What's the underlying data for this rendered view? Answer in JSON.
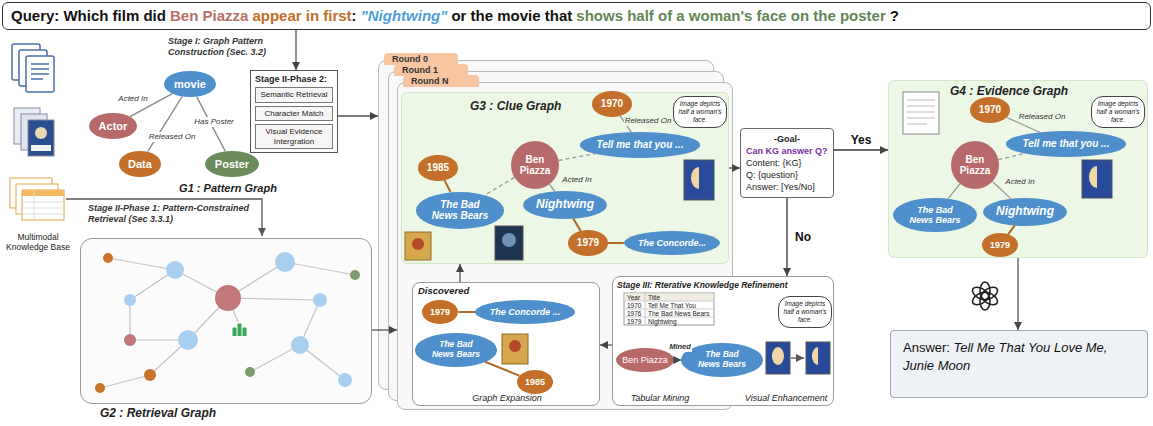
{
  "diagram": {
    "nodes": [
      {
        "text": [
          "Query:",
          "Which film did",
          "Ben Piazza",
          "appear in first",
          ":",
          "\"Nightwing\"",
          "or the movie that",
          "shows half of a woman's face on the poster",
          "?"
        ]
      },
      {
        "text": [
          "movie"
        ]
      },
      {
        "text": [
          "Actor"
        ]
      },
      {
        "text": [
          "Data"
        ]
      },
      {
        "text": [
          "Poster"
        ]
      },
      {
        "text": [
          "Stage II-Phase 2:"
        ]
      },
      {
        "text": [
          "Semantic Retrieval"
        ],
        "in": 5
      },
      {
        "text": [
          "Character Match"
        ],
        "in": 5
      },
      {
        "text": [
          "Visual Evidence Intergration"
        ],
        "in": 5
      },
      {
        "text": [
          "G2 : Retrieval Graph"
        ]
      },
      {
        "text": [
          "Round 0"
        ]
      },
      {
        "text": [
          "Round 1"
        ]
      },
      {
        "text": [
          "Round N"
        ]
      },
      {
        "text": [
          "G3 : Clue Graph"
        ],
        "in": 12
      },
      {
        "text": [
          "1970"
        ],
        "in": 13
      },
      {
        "text": [
          "Tell me that you ..."
        ],
        "in": 13
      },
      {
        "text": [
          "Image depicts half a woman's face."
        ],
        "in": 13
      },
      {
        "text": [
          "Ben Piazza"
        ],
        "in": 13
      },
      {
        "text": [
          "1985"
        ],
        "in": 13
      },
      {
        "text": [
          "The Bad News Bears"
        ],
        "in": 13
      },
      {
        "text": [
          "Nightwing"
        ],
        "in": 13
      },
      {
        "text": [
          "1979"
        ],
        "in": 13
      },
      {
        "text": [
          "The Concorde..."
        ],
        "in": 13
      },
      {
        "text": [
          "-Goal-",
          "Can KG answer Q?",
          "Content: {KG}",
          "Q: {question}",
          "Answer: [Yes/No]"
        ]
      },
      {
        "text": [
          "Discovered",
          "Graph Expansion"
        ],
        "in": 12
      },
      {
        "text": [
          "1979"
        ],
        "in": 24
      },
      {
        "text": [
          "The Concorde ..."
        ],
        "in": 24
      },
      {
        "text": [
          "The Bad News Bears"
        ],
        "in": 24
      },
      {
        "text": [
          "1985"
        ],
        "in": 24
      },
      {
        "text": [
          "Stage III: Rterative Knowledge Refinement",
          "Tabular Mining",
          "Visual Enhancement"
        ]
      },
      {
        "text": [
          "Ben Piazza"
        ],
        "in": 29
      },
      {
        "text": [
          "The Bad News Bears"
        ],
        "in": 29
      },
      {
        "text": [
          "Image depicts half a woman's face."
        ],
        "in": 29
      },
      {
        "text": [
          "G4 : Evidence Graph"
        ]
      },
      {
        "text": [
          "1970"
        ],
        "in": 33
      },
      {
        "text": [
          "Tell me that you ..."
        ],
        "in": 33
      },
      {
        "text": [
          "Image depicts half a woman's face."
        ],
        "in": 33
      },
      {
        "text": [
          "Ben Piazza"
        ],
        "in": 33
      },
      {
        "text": [
          "Nightwing"
        ],
        "in": 33
      },
      {
        "text": [
          "The Bad News Bears"
        ],
        "in": 33
      },
      {
        "text": [
          "1979"
        ],
        "in": 33
      },
      {
        "text": [
          "Answer:",
          "Tell Me That You Love Me, Junie Moon"
        ]
      }
    ],
    "edges": [
      {
        "from": 1,
        "to": 2,
        "label": "Acted In",
        "arrow": "none"
      },
      {
        "from": 1,
        "to": 3,
        "label": "Released On",
        "arrow": "none"
      },
      {
        "from": 1,
        "to": 4,
        "label": "Has Poster",
        "arrow": "none"
      },
      {
        "from": 0,
        "to": 5,
        "arrow": "to"
      },
      {
        "from": 5,
        "to": 10,
        "arrow": "to"
      },
      {
        "from": 9,
        "to": 12,
        "arrow": "to"
      },
      {
        "from": 14,
        "to": 15,
        "label": "Released On",
        "arrow": "none"
      },
      {
        "from": 17,
        "to": 15,
        "arrow": "none"
      },
      {
        "from": 17,
        "to": 20,
        "label": "Acted In",
        "arrow": "none"
      },
      {
        "from": 17,
        "to": 19,
        "arrow": "none"
      },
      {
        "from": 18,
        "to": 19,
        "arrow": "none"
      },
      {
        "from": 20,
        "to": 21,
        "arrow": "none"
      },
      {
        "from": 21,
        "to": 22,
        "arrow": "none"
      },
      {
        "from": 13,
        "to": 23,
        "arrow": "to"
      },
      {
        "from": 23,
        "to": 33,
        "label": "Yes",
        "arrow": "to"
      },
      {
        "from": 23,
        "to": 29,
        "label": "No",
        "arrow": "to"
      },
      {
        "from": 29,
        "to": 24,
        "arrow": "to"
      },
      {
        "from": 24,
        "to": 13,
        "arrow": "to"
      },
      {
        "from": 25,
        "to": 26,
        "arrow": "none"
      },
      {
        "from": 27,
        "to": 28,
        "arrow": "none"
      },
      {
        "from": 30,
        "to": 31,
        "label": "Mined",
        "arrow": "to"
      },
      {
        "from": 34,
        "to": 35,
        "label": "Released On",
        "arrow": "none"
      },
      {
        "from": 37,
        "to": 35,
        "arrow": "none"
      },
      {
        "from": 37,
        "to": 38,
        "label": "Acted In",
        "arrow": "none"
      },
      {
        "from": 37,
        "to": 39,
        "arrow": "none"
      },
      {
        "from": 38,
        "to": 40,
        "arrow": "none"
      },
      {
        "from": 33,
        "to": 41,
        "arrow": "to"
      }
    ],
    "labels": [
      "Stage I: Graph Pattern Construction (Sec. 3.2)",
      "G1 : Pattern Graph",
      "Multimodal Knowledge Base",
      "Stage II-Phase 1: Pattern-Constrained Retrieval (Sec 3.3.1)",
      "Year",
      "Title",
      "1970",
      "Tell Me That You",
      "1976",
      "The Bad News Bears",
      "1979",
      "Nightwing"
    ]
  }
}
